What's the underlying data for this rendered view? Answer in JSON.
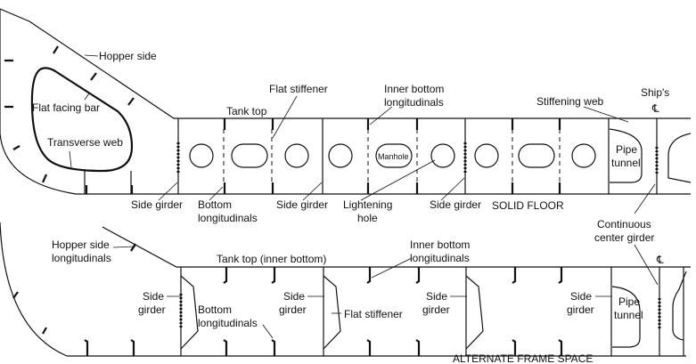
{
  "top": {
    "hopper_side": "Hopper side",
    "flat_facing_bar": "Flat facing bar",
    "transverse_web": "Transverse web",
    "flat_stiffener": "Flat stiffener",
    "tank_top": "Tank top",
    "inner_bottom_1": "Inner bottom",
    "inner_bottom_2": "longitudinals",
    "stiffening_web": "Stiffening web",
    "ships": "Ship's",
    "centerline": "℄",
    "pipe_1": "Pipe",
    "pipe_2": "tunnel",
    "manhole": "Manhole",
    "side_girder": "Side girder",
    "bottom_long_1": "Bottom",
    "bottom_long_2": "longitudinals",
    "lightening_1": "Lightening",
    "lightening_2": "hole",
    "solid_floor": "SOLID FLOOR",
    "continuous_1": "Continuous",
    "continuous_2": "center girder"
  },
  "bottom": {
    "hopper_long_1": "Hopper side",
    "hopper_long_2": "longitudinals",
    "tank_top": "Tank top (inner bottom)",
    "inner_bottom_1": "Inner bottom",
    "inner_bottom_2": "longitudinals",
    "side": "Side",
    "girder": "girder",
    "bottom_long_1": "Bottom",
    "bottom_long_2": "longitudinals",
    "flat_stiffener": "Flat stiffener",
    "pipe_1": "Pipe",
    "pipe_2": "tunnel",
    "centerline": "℄",
    "caption": "ALTERNATE FRAME SPACE"
  }
}
